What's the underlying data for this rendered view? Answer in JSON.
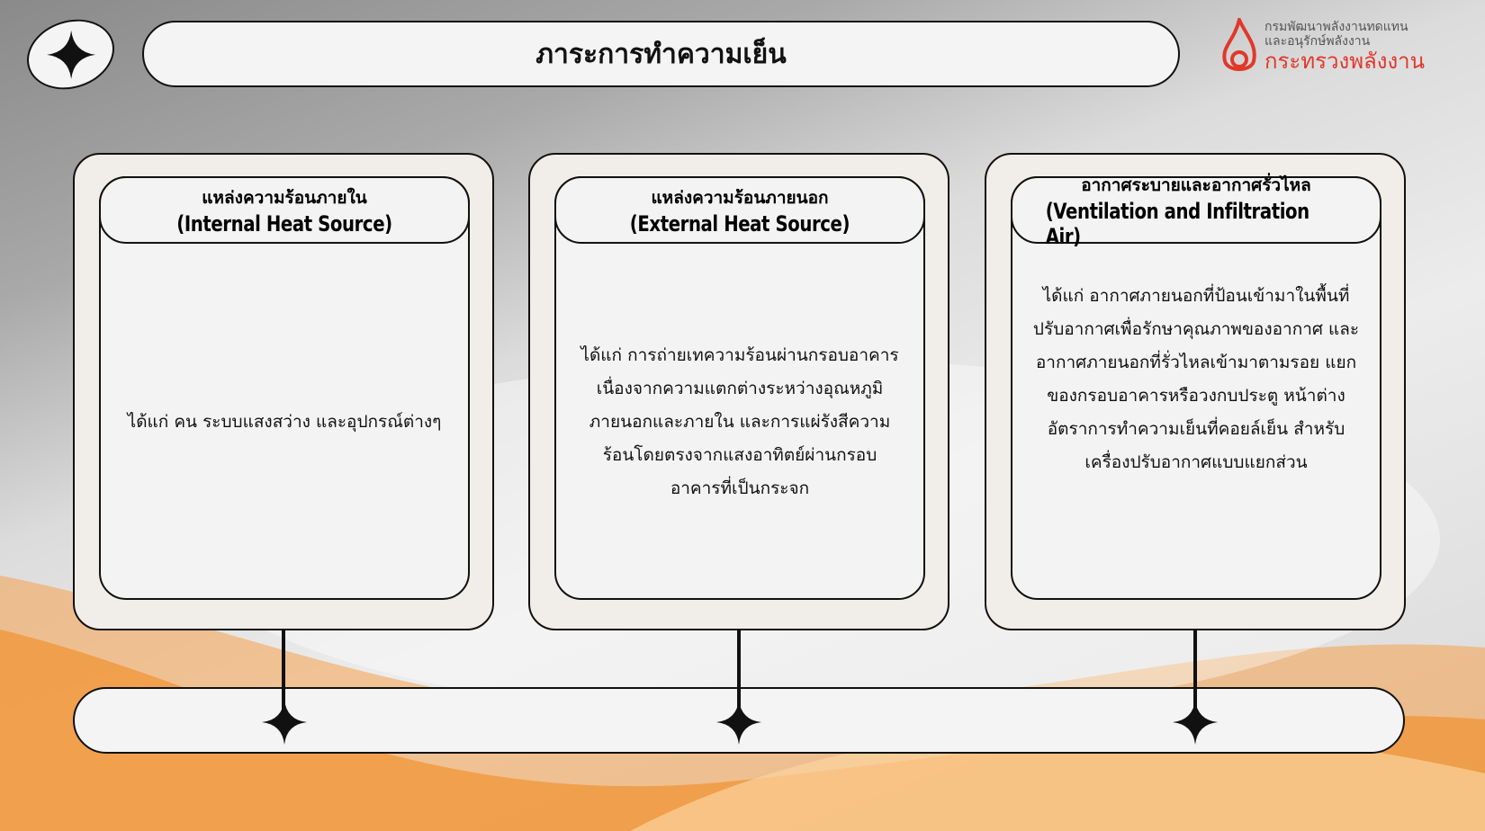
{
  "title": "ภาระการทำความเย็น",
  "logo": {
    "line1": "กรมพัฒนาพลังงานทดแทน",
    "line2": "และอนุรักษ์พลังงาน",
    "line3": "กระทรวงพลังงาน"
  },
  "cards": [
    {
      "title_th": "แหล่งความร้อนภายใน",
      "title_en": "(Internal Heat Source)",
      "body": "ได้แก่ คน ระบบแสงสว่าง และอุปกรณ์ต่างๆ"
    },
    {
      "title_th": "แหล่งความร้อนภายนอก",
      "title_en": "(External Heat Source)",
      "body": "ได้แก่ การถ่ายเทความร้อนผ่านกรอบอาคาร เนื่องจากความแตกต่างระหว่างอุณหภูมิ ภายนอกและภายใน และการแผ่รังสีความ ร้อนโดยตรงจากแสงอาทิตย์ผ่านกรอบ อาคารที่เป็นกระจก"
    },
    {
      "title_th": "อากาศระบายและอากาศรั่วไหล",
      "title_en": "(Ventilation and Infiltration Air)",
      "body": "ได้แก่ อากาศภายนอกที่ป้อนเข้ามาในพื้นที่ ปรับอากาศเพื่อรักษาคุณภาพของอากาศ และอากาศภายนอกที่รั่วไหลเข้ามาตามรอย แยกของกรอบอาคารหรือวงกบประตู หน้าต่างอัตราการทำความเย็นที่คอยล์เย็น สำหรับเครื่องปรับอากาศแบบแยกส่วน"
    }
  ],
  "colors": {
    "accent": "#e0382a",
    "orange": "#f08a24"
  }
}
